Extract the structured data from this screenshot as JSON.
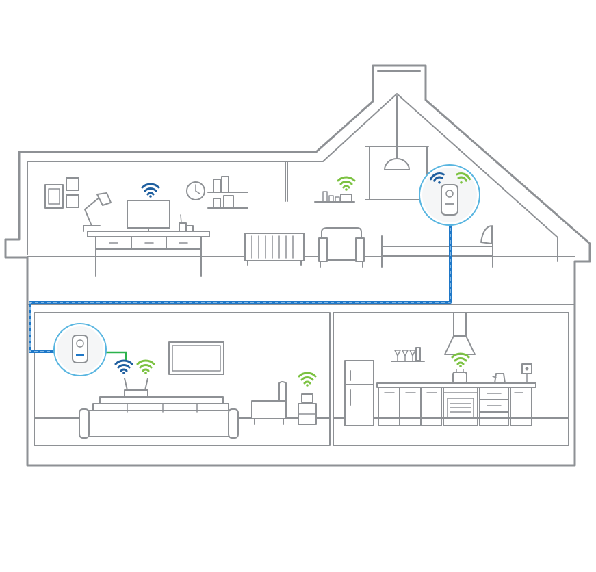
{
  "colors": {
    "outline": "#8e9195",
    "powerline_blue": "#1f78c8",
    "wifi_blue": "#1f5f9f",
    "wifi_green": "#7cc242",
    "adapter_ring": "#58b5e0"
  },
  "icons": {
    "wifi_signal": "wifi-icon",
    "adapter": "powerline-adapter-icon"
  },
  "legend": [
    {
      "name": "powerline-legend-line",
      "color": "#1f78c8"
    },
    {
      "name": "wifi-legend-line",
      "color": "green-gradient"
    }
  ]
}
